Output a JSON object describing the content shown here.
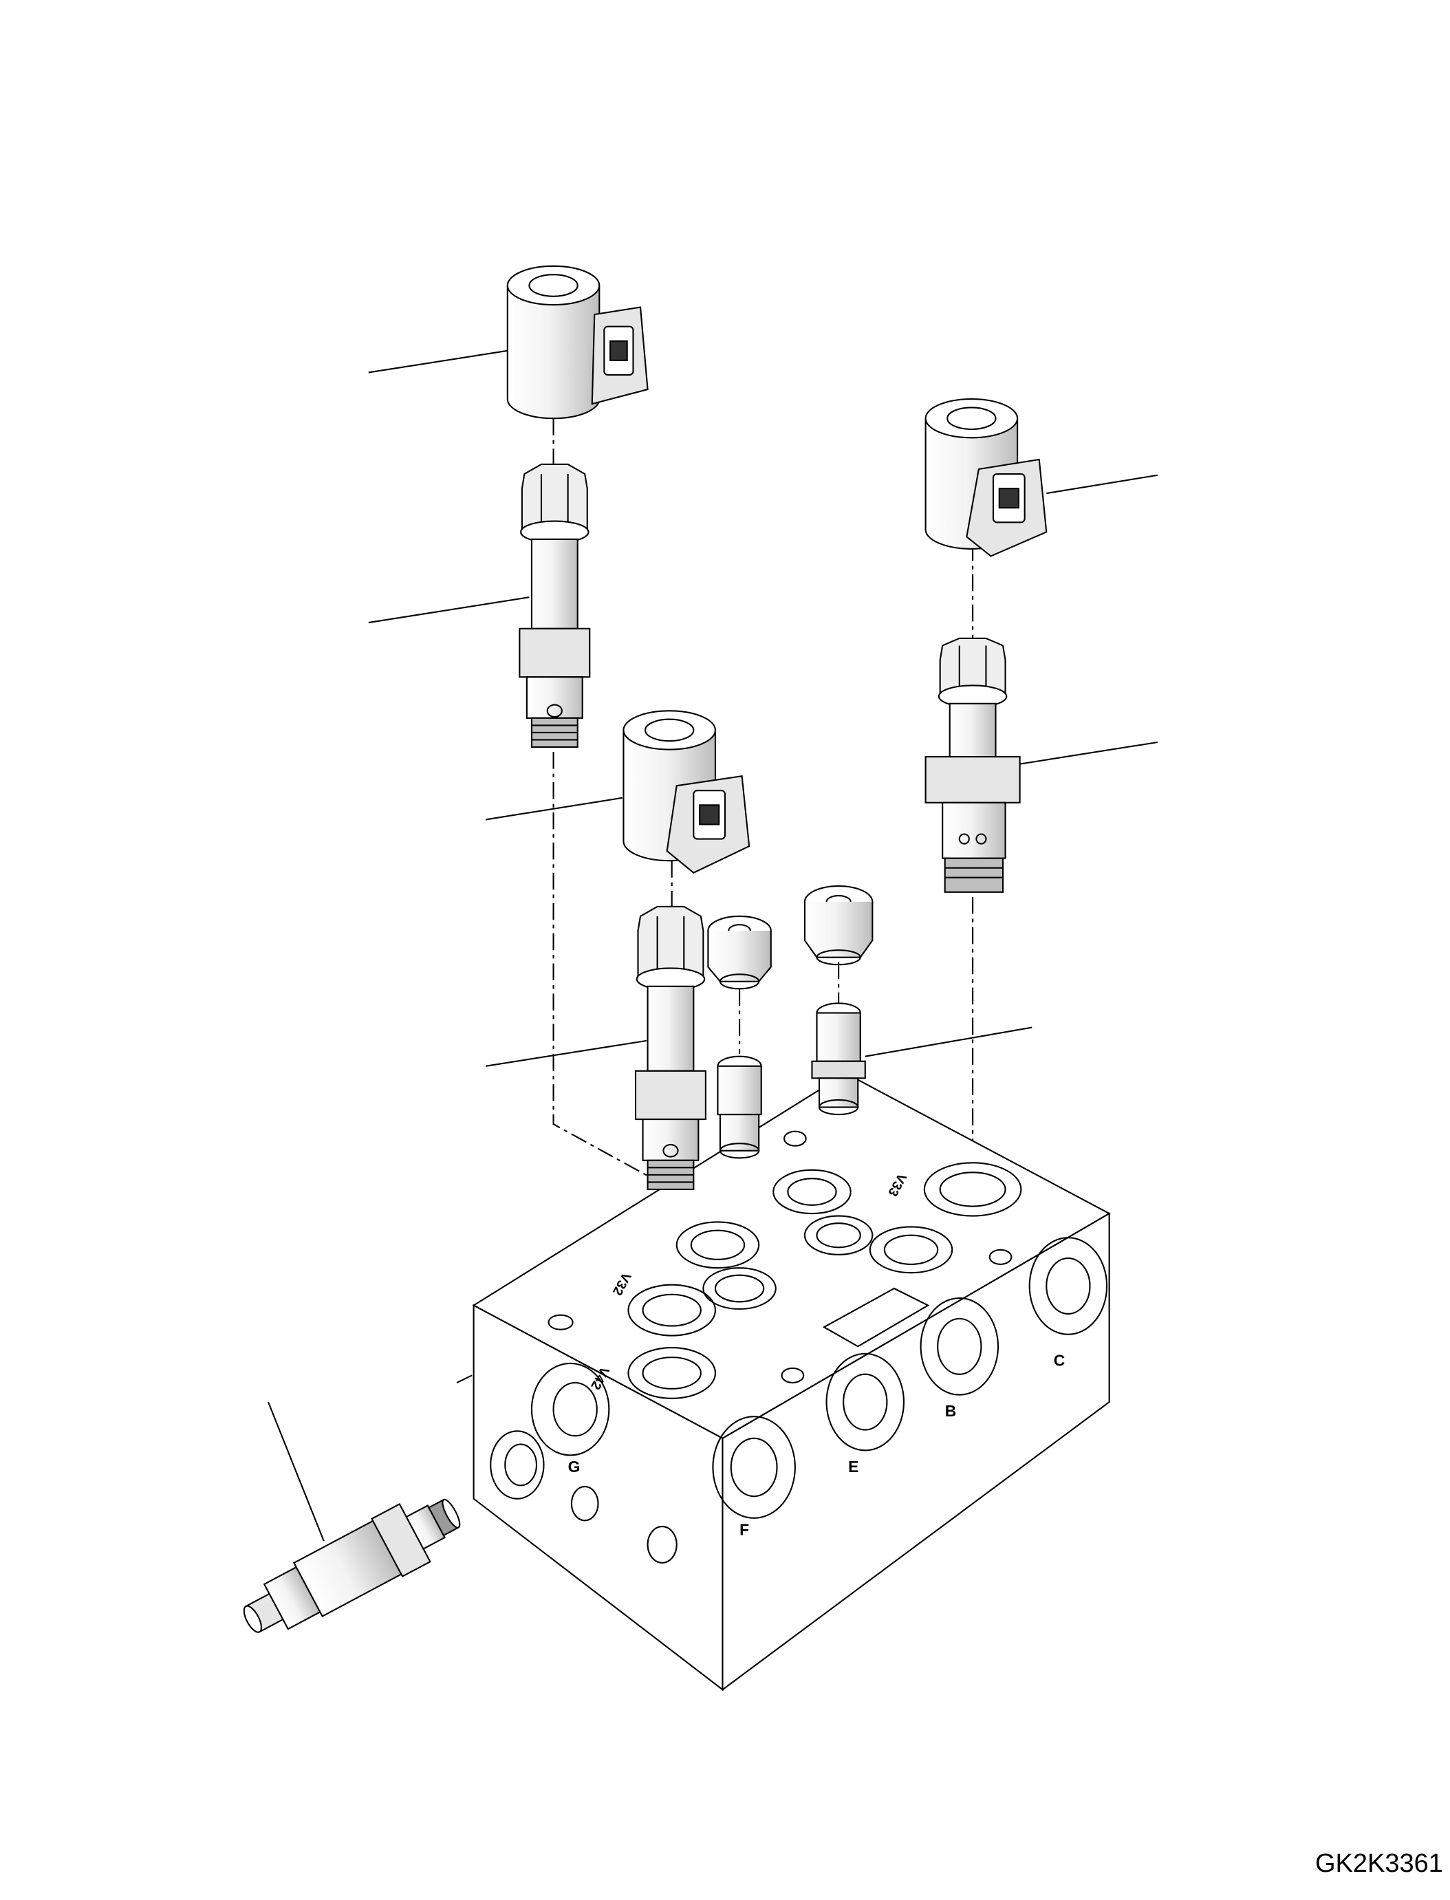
{
  "drawing_ref": "GK2K3361",
  "port_labels": {
    "G": "G",
    "F": "F",
    "E": "E",
    "B": "B",
    "C": "C",
    "V42": "V42",
    "V32": "V32",
    "V33": "V33"
  },
  "colors": {
    "line": "#000000",
    "shade": "#d9d9d9",
    "dark": "#8c8c8c",
    "background": "#ffffff"
  }
}
